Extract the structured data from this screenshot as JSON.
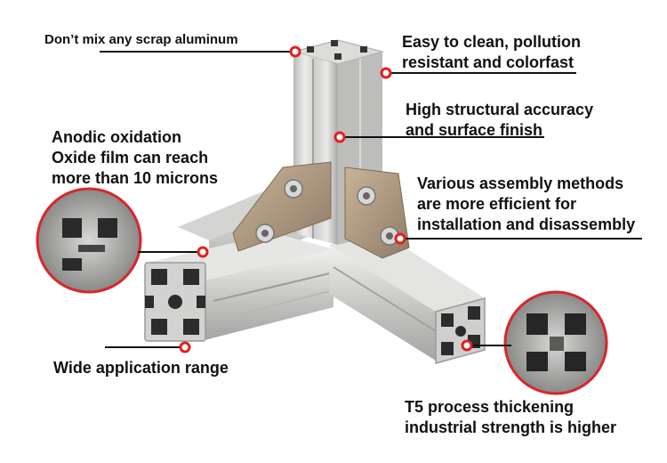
{
  "features": {
    "scrap": {
      "lines": [
        "Don’t mix any scrap aluminum"
      ]
    },
    "clean": {
      "lines": [
        "Easy to clean, pollution",
        "resistant and colorfast"
      ]
    },
    "accuracy": {
      "lines": [
        "High structural accuracy",
        "and surface finish"
      ]
    },
    "anodic": {
      "lines": [
        "Anodic oxidation",
        "Oxide film can reach",
        "more than 10 microns"
      ]
    },
    "assembly": {
      "lines": [
        "Various assembly methods",
        "are more efficient for",
        "installation and disassembly"
      ]
    },
    "application": {
      "lines": [
        "Wide application range"
      ]
    },
    "t5": {
      "lines": [
        "T5 process thickening",
        "industrial strength is higher"
      ]
    }
  },
  "colors": {
    "marker": "#e0201e",
    "leader": "#111111",
    "aluminum_light": "#e4e4e2",
    "aluminum_mid": "#c9c9c7",
    "aluminum_dark": "#9d9d9b",
    "bracket": "#b59f86",
    "zoom_ring": "#d9262c"
  }
}
